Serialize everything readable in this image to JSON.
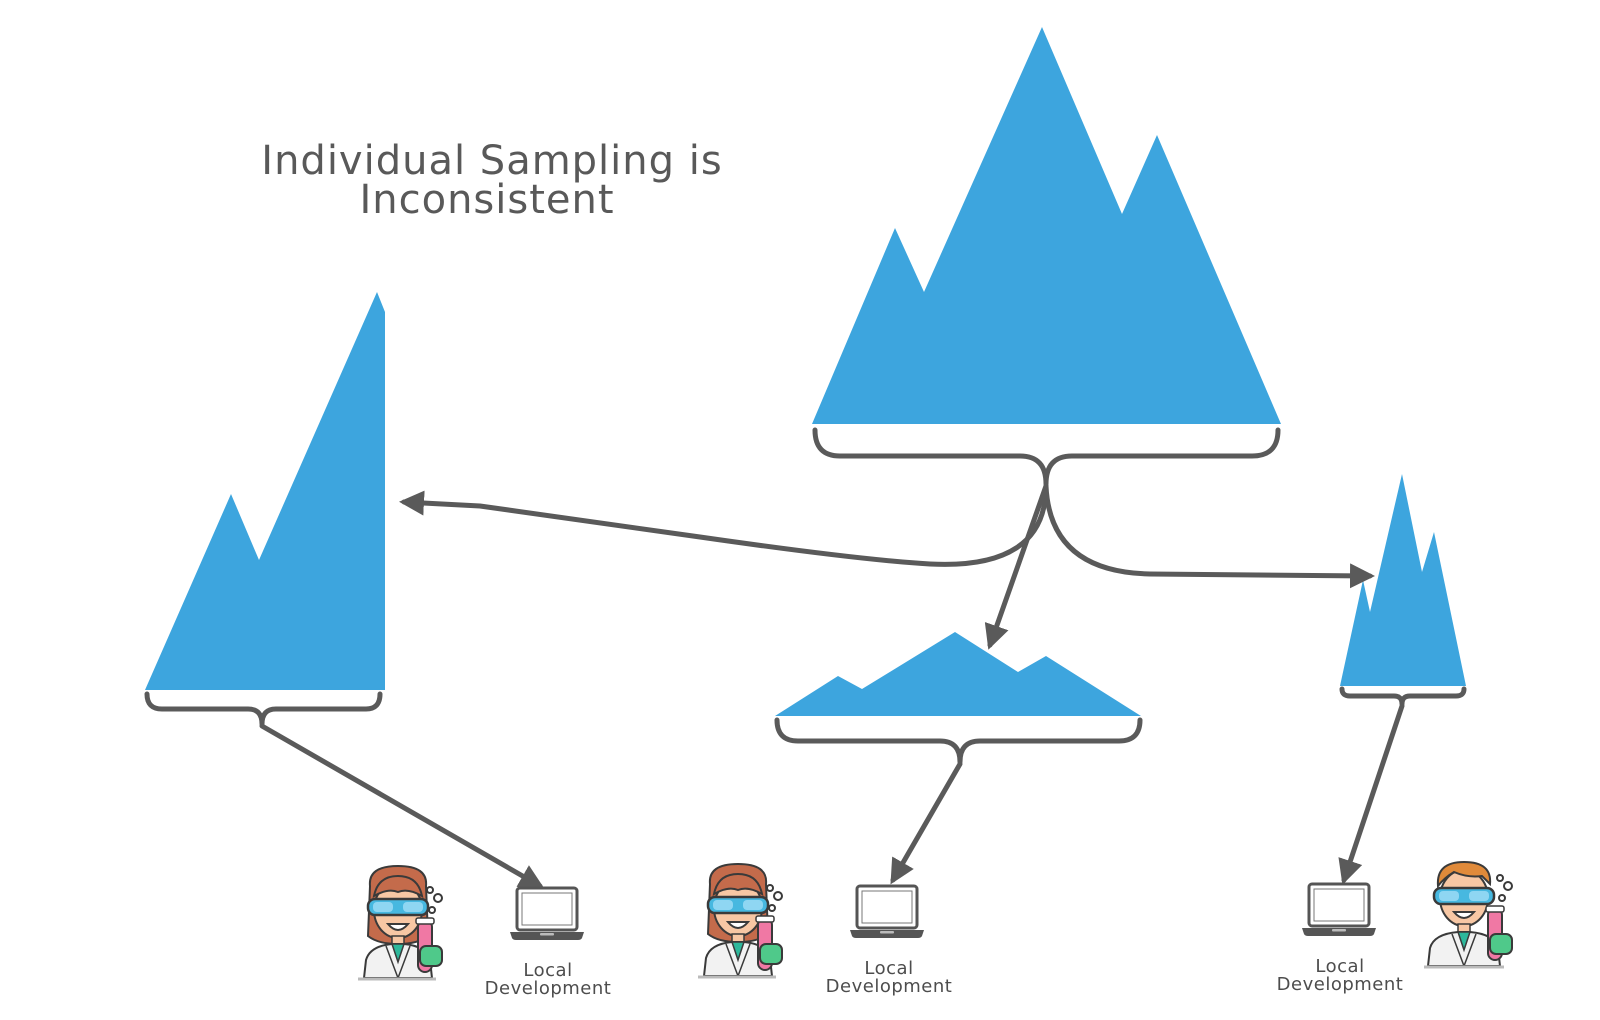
{
  "title": {
    "line1": "Individual Sampling is",
    "line2": "Inconsistent"
  },
  "captions": [
    {
      "line1": "Local",
      "line2": "Development"
    },
    {
      "line1": "Local",
      "line2": "Development"
    },
    {
      "line1": "Local",
      "line2": "Development"
    }
  ],
  "colors": {
    "distribution": "#3da5de",
    "line": "#5a5a5a",
    "title": "#595959"
  },
  "icons": {
    "person_left": "female-scientist-icon",
    "person_middle": "female-scientist-icon",
    "person_right": "male-scientist-icon",
    "computer": "laptop-icon"
  }
}
